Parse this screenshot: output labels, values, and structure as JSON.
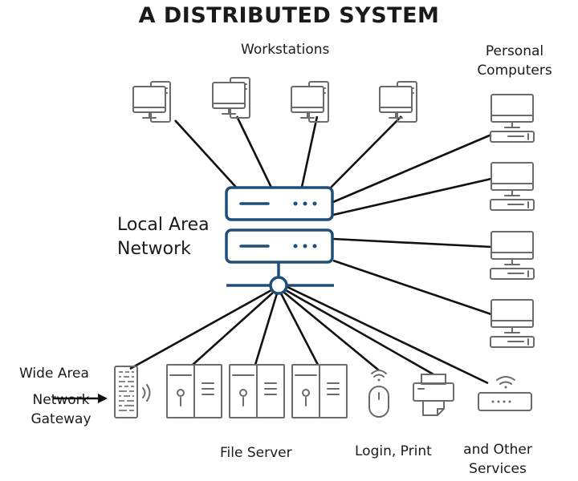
{
  "title": "A DISTRIBUTED SYSTEM",
  "labels": {
    "workstations": "Workstations",
    "personal_computers": [
      "Personal",
      "Computers"
    ],
    "local_area_network": [
      "Local Area",
      "Network"
    ],
    "wide_area": "Wide Area",
    "network_gateway": [
      "Network",
      "Gateway"
    ],
    "file_server": "File Server",
    "login_print": "Login,  Print",
    "other_services": [
      "and Other",
      "Services"
    ]
  },
  "colors": {
    "server_stroke": "#1f4e79",
    "icon_stroke": "#6b6b6b",
    "link": "#111111"
  },
  "icons": [
    "workstation-icon",
    "personal-computer-icon",
    "lan-server-icon",
    "gateway-icon",
    "file-server-icon",
    "mouse-icon",
    "printer-icon",
    "router-icon"
  ]
}
